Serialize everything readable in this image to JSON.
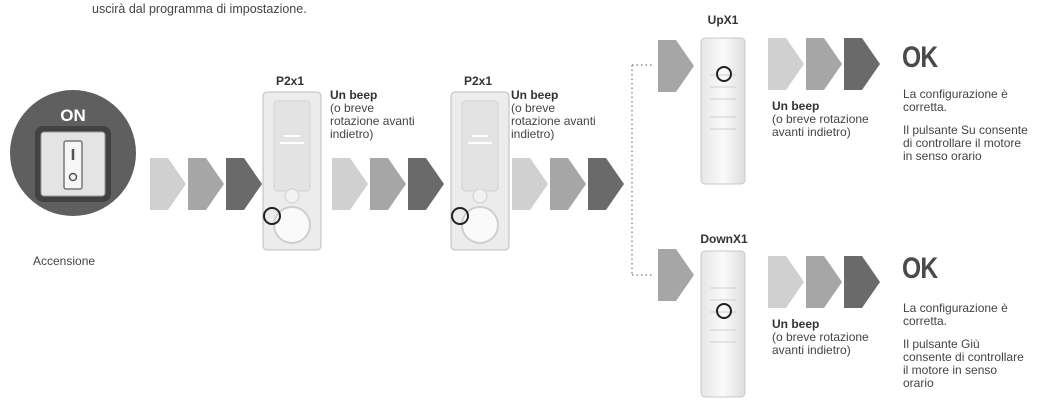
{
  "intro_text": "uscirà dal programma di impostazione.",
  "power": {
    "badge": "ON",
    "caption": "Accensione"
  },
  "steps": [
    {
      "label": "P2x1",
      "feedback_title": "Un beep",
      "feedback_lines": [
        "(o breve",
        "rotazione avanti",
        "indietro)"
      ]
    },
    {
      "label": "P2x1",
      "feedback_title": "Un beep",
      "feedback_lines": [
        "(o breve",
        "rotazione avanti",
        "indietro)"
      ]
    }
  ],
  "branches": [
    {
      "label": "UpX1",
      "feedback_title": "Un beep",
      "feedback_lines": [
        "(o breve rotazione",
        "avanti indietro)"
      ],
      "result": "OK",
      "result_lines_1": [
        "La configurazione è",
        "corretta."
      ],
      "result_lines_2": [
        "Il pulsante Su consente",
        "di controllare il motore",
        "in senso orario"
      ]
    },
    {
      "label": "DownX1",
      "feedback_title": "Un beep",
      "feedback_lines": [
        "(o breve rotazione",
        "avanti indietro)"
      ],
      "result": "OK",
      "result_lines_1": [
        "La configurazione è",
        "corretta."
      ],
      "result_lines_2": [
        "Il pulsante Giù",
        "consente di controllare",
        "il motore in senso",
        "orario"
      ]
    }
  ],
  "colors": {
    "chevron_light": "#d0d0d0",
    "chevron_mid": "#a6a6a6",
    "chevron_dark": "#6a6a6a",
    "device_bg": "#5f5f5f",
    "device_inner": "#424242",
    "highlight_ring": "#222222"
  }
}
